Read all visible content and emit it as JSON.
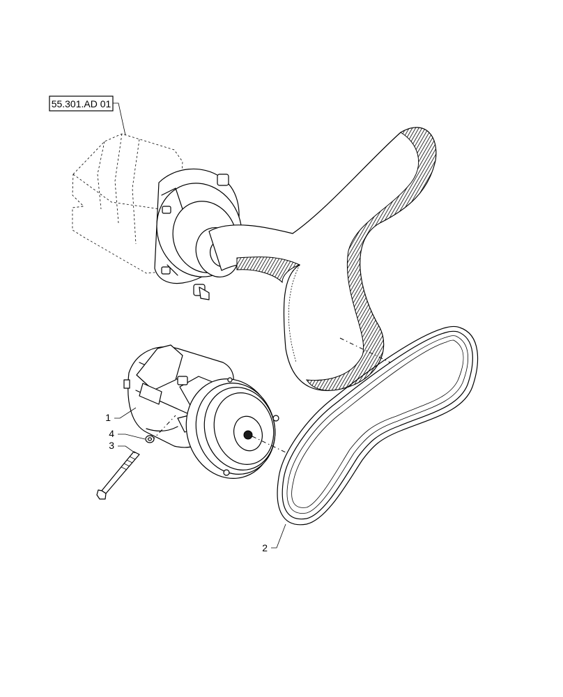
{
  "reference_box": {
    "text": "55.301.AD 01"
  },
  "callouts": [
    {
      "id": "1",
      "text": "1"
    },
    {
      "id": "2",
      "text": "2"
    },
    {
      "id": "3",
      "text": "3"
    },
    {
      "id": "4",
      "text": "4"
    }
  ]
}
